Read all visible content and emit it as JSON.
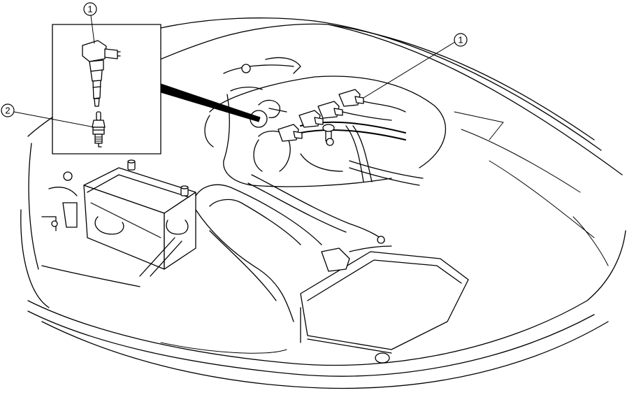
{
  "callouts": {
    "inset_coil": "1",
    "engine_coil": "1",
    "spark_plug": "2"
  },
  "colors": {
    "line": "#000000",
    "background": "#ffffff"
  }
}
